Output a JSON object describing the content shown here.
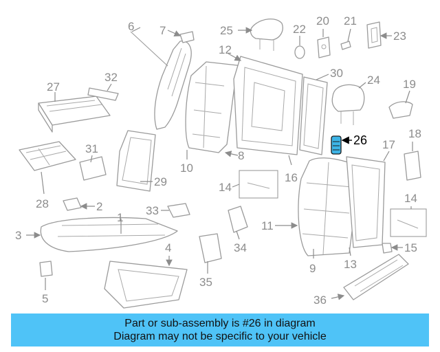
{
  "highlight": {
    "part": "26",
    "color": "#3db4e6"
  },
  "colors": {
    "banner": "#4fc3f7",
    "line": "#9a9a9a",
    "text": "#8c8c8c"
  },
  "callouts": [
    "1",
    "2",
    "3",
    "4",
    "5",
    "6",
    "7",
    "8",
    "9",
    "10",
    "11",
    "12",
    "13",
    "14",
    "14",
    "15",
    "16",
    "17",
    "18",
    "19",
    "20",
    "21",
    "22",
    "23",
    "24",
    "25",
    "26",
    "27",
    "28",
    "29",
    "30",
    "31",
    "32",
    "33",
    "34",
    "35",
    "36"
  ],
  "banner": {
    "line1": "Part or sub-assembly is #26 in diagram",
    "line2": "Diagram may not be specific to your vehicle"
  }
}
